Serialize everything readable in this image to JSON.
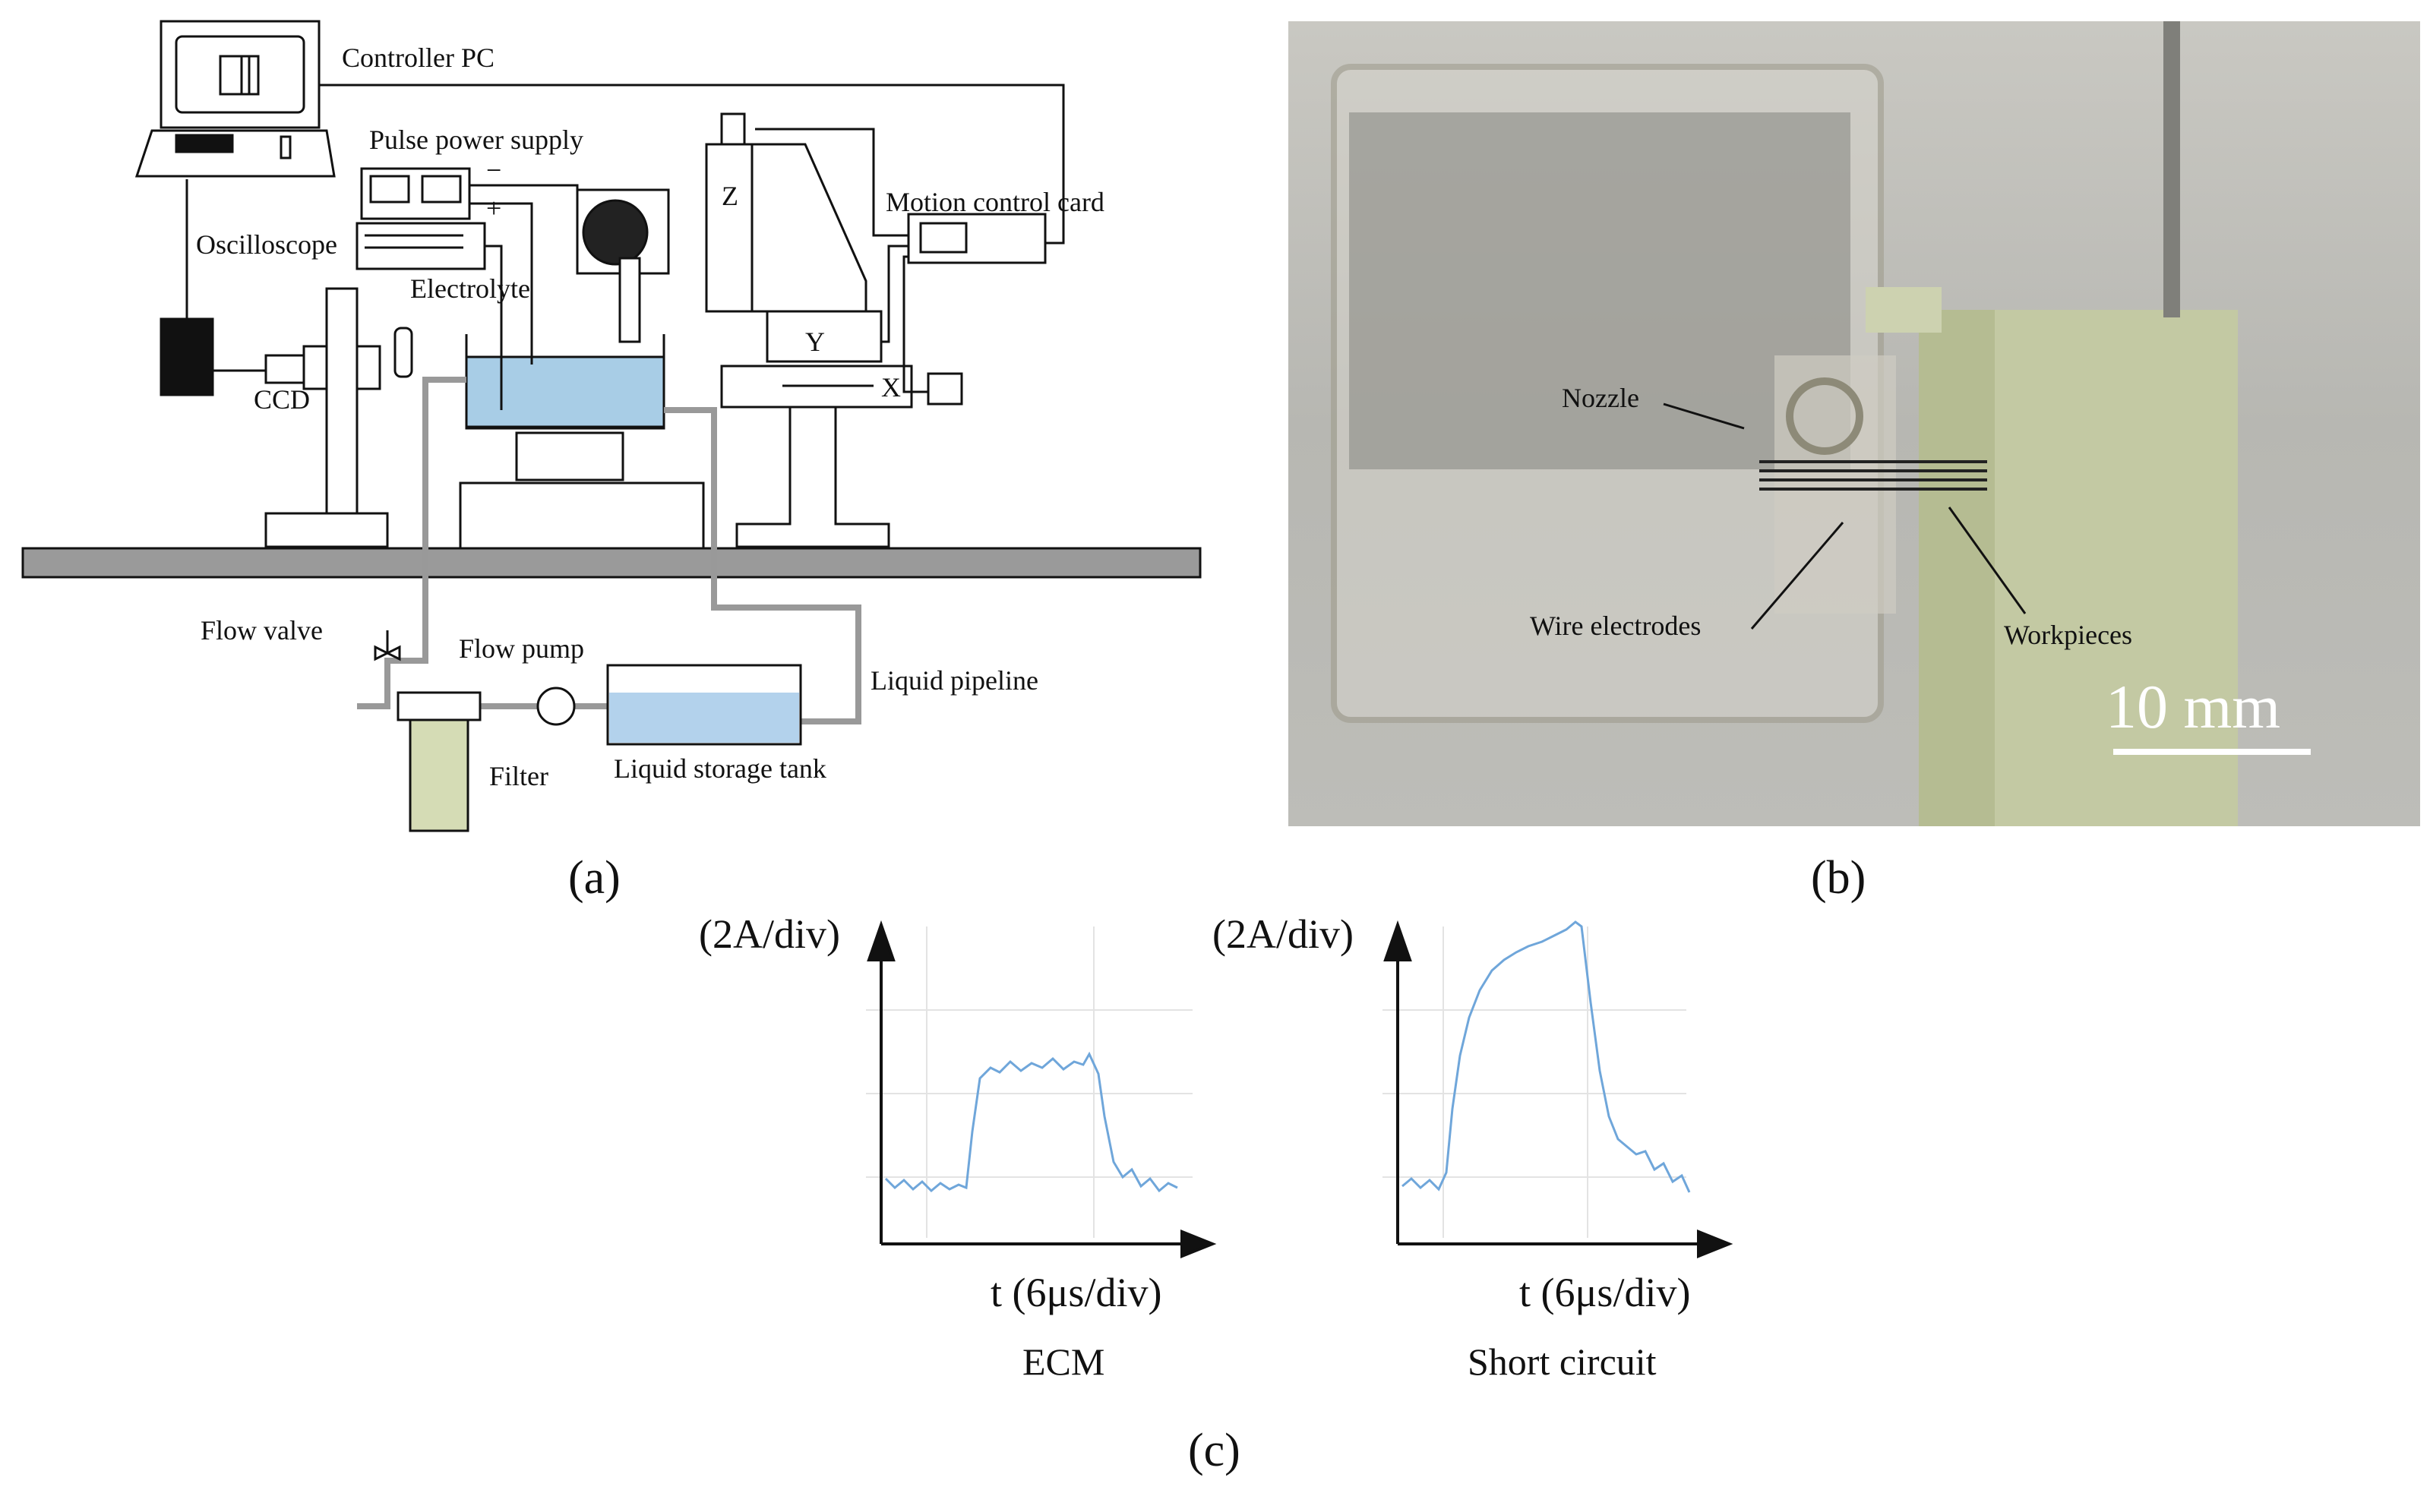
{
  "panel_a": {
    "caption": "(a)",
    "labels": {
      "controller_pc": "Controller PC",
      "pulse_power_supply": "Pulse power supply",
      "oscilloscope": "Oscilloscope",
      "electrolyte": "Electrolyte",
      "motion_control_card": "Motion control card",
      "ccd": "CCD",
      "flow_valve": "Flow valve",
      "flow_pump": "Flow pump",
      "liquid_pipeline": "Liquid pipeline",
      "filter": "Filter",
      "liquid_storage_tank": "Liquid storage tank",
      "axis_z": "Z",
      "axis_y": "Y",
      "axis_x": "X",
      "minus": "−",
      "plus": "+"
    }
  },
  "panel_b": {
    "caption": "(b)",
    "labels": {
      "nozzle": "Nozzle",
      "wire_electrodes": "Wire electrodes",
      "workpieces": "Workpieces",
      "scale": "10 mm"
    }
  },
  "panel_c": {
    "caption": "(c)",
    "colors": {
      "trace": "#6fa6da"
    },
    "plots": [
      {
        "name": "ECM",
        "ylabel": "(2A/div)",
        "xlabel": "t (6μs/div)"
      },
      {
        "name": "Short circuit",
        "ylabel": "(2A/div)",
        "xlabel": "t (6μs/div)"
      }
    ]
  }
}
